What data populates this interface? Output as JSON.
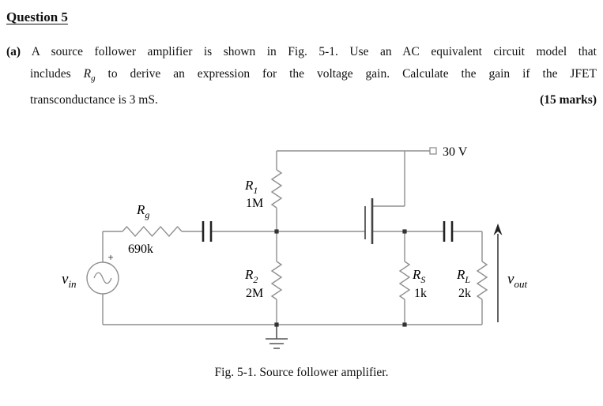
{
  "title": "Question 5",
  "question": {
    "part_label": "(a)",
    "line1": "A source follower amplifier is shown in Fig. 5-1. Use an AC equivalent circuit model that",
    "line2_before": "includes ",
    "rg_symbol": "R",
    "rg_subscript": "g",
    "line2_after": " to derive an expression for the voltage gain. Calculate the gain if the JFET",
    "line3": "transconductance is 3 mS.",
    "marks": "(15 marks)"
  },
  "circuit": {
    "supply_label": "30 V",
    "source_plus": "+",
    "vin": {
      "symbol": "v",
      "subscript": "in"
    },
    "vout": {
      "symbol": "v",
      "subscript": "out"
    },
    "rg": {
      "symbol": "R",
      "subscript": "g",
      "value": "690k"
    },
    "r1": {
      "symbol": "R",
      "subscript": "1",
      "value": "1M"
    },
    "r2": {
      "symbol": "R",
      "subscript": "2",
      "value": "2M"
    },
    "rs": {
      "symbol": "R",
      "subscript": "S",
      "value": "1k"
    },
    "rl": {
      "symbol": "R",
      "subscript": "L",
      "value": "2k"
    }
  },
  "caption": "Fig. 5-1. Source follower amplifier."
}
